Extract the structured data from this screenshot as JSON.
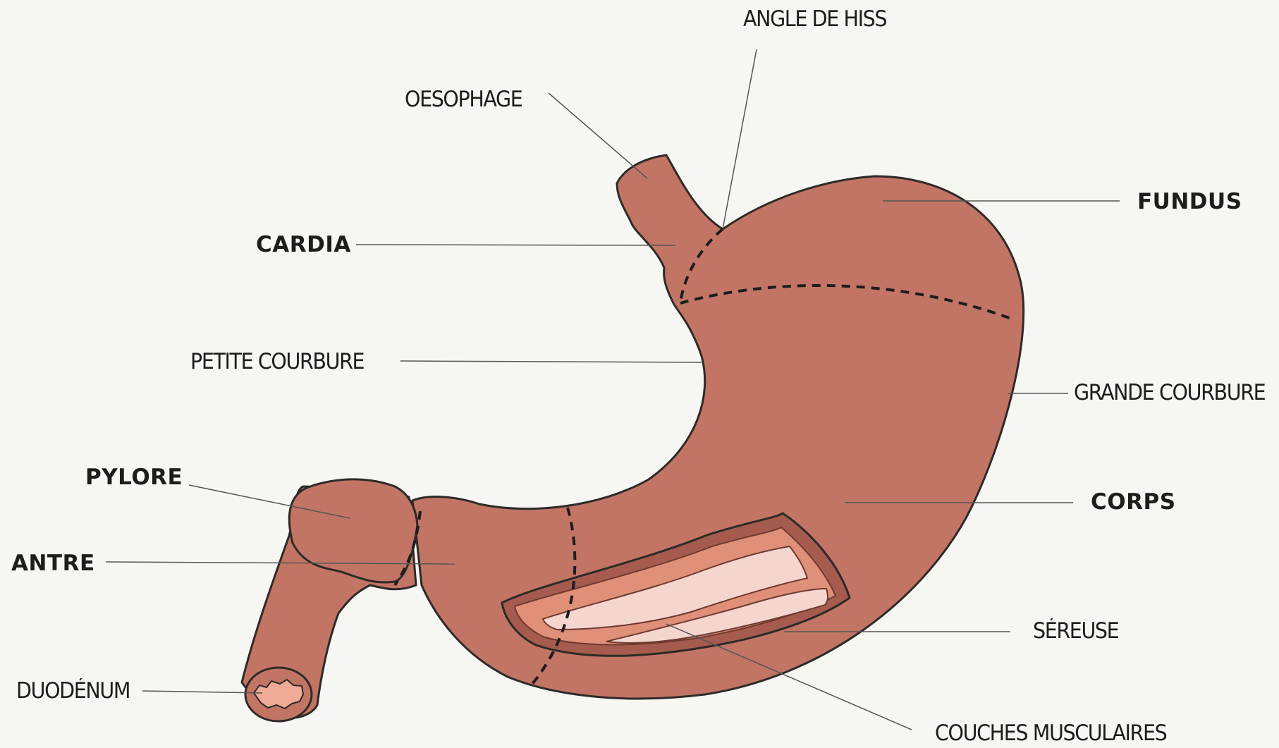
{
  "colors": {
    "background": "#f6f6f3",
    "stomach_fill": "#c27565",
    "outline": "#2e2a28",
    "leader_line": "#555555",
    "layer_dark": "#a55c4e",
    "layer_mid": "#e08f78",
    "layer_light": "#f5d6cf",
    "lumen_fill": "#f0ab96"
  },
  "labels": {
    "angle_de_hiss": "ANGLE DE HISS",
    "oesophage": "OESOPHAGE",
    "fundus": "FUNDUS",
    "cardia": "CARDIA",
    "petite_courbure": "PETITE COURBURE",
    "grande_courbure": "GRANDE COURBURE",
    "pylore": "PYLORE",
    "corps": "CORPS",
    "antre": "ANTRE",
    "sereuse": "SÉREUSE",
    "duodenum": "DUODÉNUM",
    "couches_musculaires": "COUCHES MUSCULAIRES"
  }
}
